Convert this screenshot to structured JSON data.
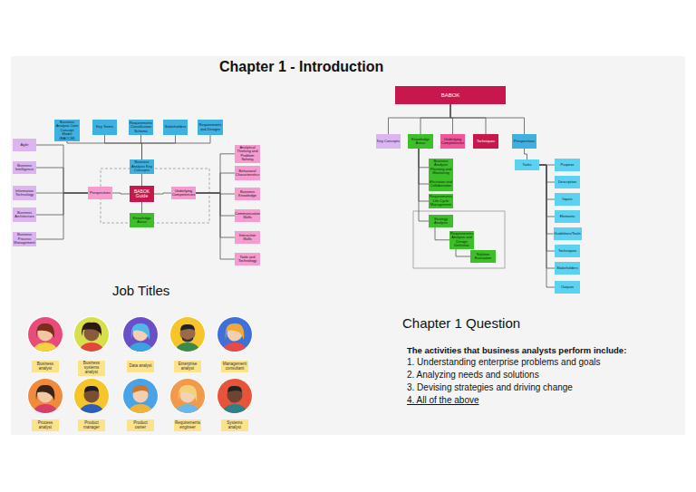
{
  "diagram": {
    "title": "Chapter 1 - Introduction",
    "nodes": [
      {
        "text": [
          "Business Analysis Core Concept Model (BACCM)"
        ]
      },
      {
        "text": [
          "Key Terms"
        ]
      },
      {
        "text": [
          "Requirements Classification Schema"
        ]
      },
      {
        "text": [
          "Stakeholders"
        ]
      },
      {
        "text": [
          "Requirements and Designs"
        ]
      },
      {
        "text": [
          "Business Analysis Key Concepts"
        ]
      },
      {
        "text": [
          "Agile"
        ]
      },
      {
        "text": [
          "Business Intelligence"
        ]
      },
      {
        "text": [
          "Information Technology"
        ]
      },
      {
        "text": [
          "Business Architecture"
        ]
      },
      {
        "text": [
          "Business Process Management"
        ]
      },
      {
        "text": [
          "Perspectives"
        ]
      },
      {
        "text": [
          "BABOK Guide"
        ]
      },
      {
        "text": [
          "Underlying Competencies"
        ]
      },
      {
        "text": [
          "Analytical Thinking and Problem Solving"
        ]
      },
      {
        "text": [
          "Behavioral Characteristics"
        ]
      },
      {
        "text": [
          "Business Knowledge"
        ]
      },
      {
        "text": [
          "Communication Skills"
        ]
      },
      {
        "text": [
          "Interaction Skills"
        ]
      },
      {
        "text": [
          "Tools and Technology"
        ]
      },
      {
        "text": [
          "Knowledge Areas"
        ]
      },
      {
        "text": [
          "BABOK"
        ]
      },
      {
        "text": [
          "Key Concepts"
        ]
      },
      {
        "text": [
          "Knowledge Areas"
        ]
      },
      {
        "text": [
          "Underlying Competencies"
        ]
      },
      {
        "text": [
          "Techniques"
        ]
      },
      {
        "text": [
          "Perspectives"
        ]
      },
      {
        "text": [
          "Business Analysis Planning and Monitoring"
        ]
      },
      {
        "text": [
          "Elicitation and Collaboration"
        ]
      },
      {
        "text": [
          "Requirements Life Cycle Management"
        ]
      },
      {
        "text": [
          "Strategy Analysis"
        ]
      },
      {
        "text": [
          "Requirements Analysis and Design Definition"
        ]
      },
      {
        "text": [
          "Solution Evaluation"
        ]
      },
      {
        "text": [
          "Tasks"
        ]
      },
      {
        "text": [
          "Purpose"
        ]
      },
      {
        "text": [
          "Description"
        ]
      },
      {
        "text": [
          "Inputs"
        ]
      },
      {
        "text": [
          "Elements"
        ]
      },
      {
        "text": [
          "Guidelines/Tools"
        ]
      },
      {
        "text": [
          "Techniques"
        ]
      },
      {
        "text": [
          "Stakeholders"
        ]
      },
      {
        "text": [
          "Outputs"
        ]
      },
      {
        "text": [
          "Business analyst"
        ]
      },
      {
        "text": [
          "Business systems analyst"
        ]
      },
      {
        "text": [
          "Data analyst"
        ]
      },
      {
        "text": [
          "Enterprise analyst"
        ]
      },
      {
        "text": [
          "Management consultant"
        ]
      },
      {
        "text": [
          "Process analyst"
        ]
      },
      {
        "text": [
          "Product manager"
        ]
      },
      {
        "text": [
          "Product owner"
        ]
      },
      {
        "text": [
          "Requirements engineer"
        ]
      },
      {
        "text": [
          "Systems analyst"
        ]
      }
    ],
    "edges": [
      {
        "from": 5,
        "to": 0,
        "arrow": "none"
      },
      {
        "from": 5,
        "to": 1,
        "arrow": "none"
      },
      {
        "from": 5,
        "to": 2,
        "arrow": "none"
      },
      {
        "from": 5,
        "to": 3,
        "arrow": "none"
      },
      {
        "from": 5,
        "to": 4,
        "arrow": "none"
      },
      {
        "from": 12,
        "to": 5,
        "arrow": "none"
      },
      {
        "from": 12,
        "to": 20,
        "arrow": "none"
      },
      {
        "from": 12,
        "to": 11,
        "arrow": "none"
      },
      {
        "from": 12,
        "to": 13,
        "arrow": "none"
      },
      {
        "from": 11,
        "to": 6,
        "arrow": "none"
      },
      {
        "from": 11,
        "to": 7,
        "arrow": "none"
      },
      {
        "from": 11,
        "to": 8,
        "arrow": "none"
      },
      {
        "from": 11,
        "to": 9,
        "arrow": "none"
      },
      {
        "from": 11,
        "to": 10,
        "arrow": "none"
      },
      {
        "from": 13,
        "to": 14,
        "arrow": "none"
      },
      {
        "from": 13,
        "to": 15,
        "arrow": "none"
      },
      {
        "from": 13,
        "to": 16,
        "arrow": "none"
      },
      {
        "from": 13,
        "to": 17,
        "arrow": "none"
      },
      {
        "from": 13,
        "to": 18,
        "arrow": "none"
      },
      {
        "from": 13,
        "to": 19,
        "arrow": "none"
      },
      {
        "from": 21,
        "to": 22,
        "arrow": "none"
      },
      {
        "from": 21,
        "to": 23,
        "arrow": "none"
      },
      {
        "from": 21,
        "to": 24,
        "arrow": "none"
      },
      {
        "from": 21,
        "to": 25,
        "arrow": "none"
      },
      {
        "from": 21,
        "to": 26,
        "arrow": "none"
      },
      {
        "from": 23,
        "to": 27,
        "arrow": "none"
      },
      {
        "from": 23,
        "to": 28,
        "arrow": "none"
      },
      {
        "from": 23,
        "to": 29,
        "arrow": "none"
      },
      {
        "from": 23,
        "to": 30,
        "arrow": "none"
      },
      {
        "from": 30,
        "to": 31,
        "arrow": "none"
      },
      {
        "from": 31,
        "to": 32,
        "arrow": "none"
      },
      {
        "from": 26,
        "to": 33,
        "arrow": "none"
      },
      {
        "from": 33,
        "to": 34,
        "arrow": "none"
      },
      {
        "from": 33,
        "to": 35,
        "arrow": "none"
      },
      {
        "from": 33,
        "to": 36,
        "arrow": "none"
      },
      {
        "from": 33,
        "to": 37,
        "arrow": "none"
      },
      {
        "from": 33,
        "to": 38,
        "arrow": "none"
      },
      {
        "from": 33,
        "to": 39,
        "arrow": "none"
      },
      {
        "from": 33,
        "to": 40,
        "arrow": "none"
      },
      {
        "from": 33,
        "to": 41,
        "arrow": "none"
      }
    ],
    "labels": [
      "Job Titles",
      "Chapter 1 Question",
      "The activities that business analysts perform include:",
      "1. Understanding enterprise problems and goals",
      "2. Analyzing needs and solutions",
      "3. Devising strategies and driving change",
      "4. All of the above"
    ]
  }
}
